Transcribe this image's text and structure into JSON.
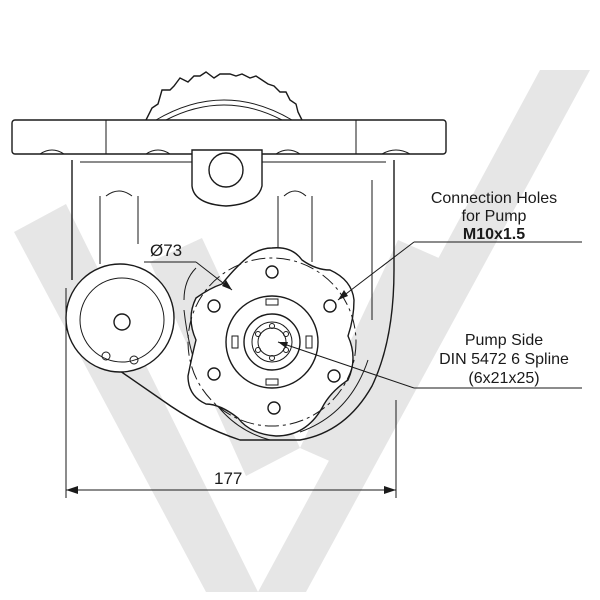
{
  "labels": {
    "connection_line1": "Connection Holes",
    "connection_line2": "for Pump",
    "connection_spec": "M10x1.5",
    "pump_line1": "Pump Side",
    "pump_line2": "DIN 5472 6 Spline",
    "pump_line3": "(6x21x25)",
    "diameter": "Ø73",
    "width": "177"
  },
  "colors": {
    "watermark": "#e6e6e6",
    "line": "#1a1a1a"
  },
  "icons": {
    "watermark": "rv-logo-watermark"
  }
}
